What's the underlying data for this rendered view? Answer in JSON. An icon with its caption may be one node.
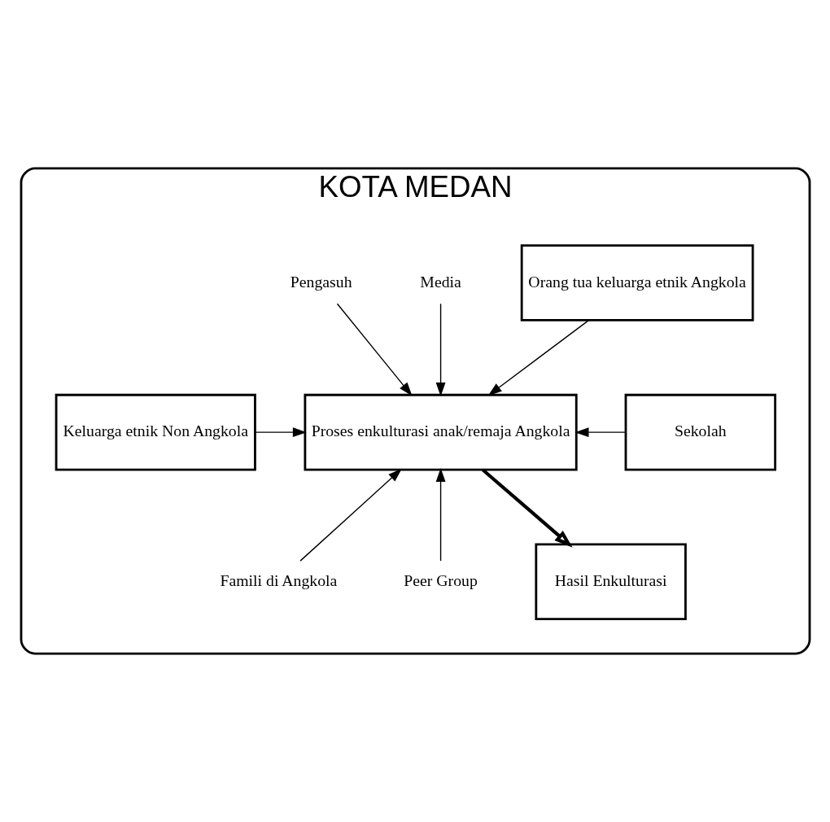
{
  "diagram": {
    "nodes": [
      {
        "text": [
          "KOTA MEDAN"
        ]
      },
      {
        "text": [
          "Orang tua keluarga etnik Angkola"
        ],
        "in": 0
      },
      {
        "text": [
          "Media"
        ],
        "in": 0
      },
      {
        "text": [
          "Pengasuh"
        ],
        "in": 0
      },
      {
        "text": [
          "Keluarga etnik Non Angkola"
        ],
        "in": 0
      },
      {
        "text": [
          "Proses enkulturasi anak/remaja Angkola"
        ],
        "in": 0
      },
      {
        "text": [
          "Sekolah"
        ],
        "in": 0
      },
      {
        "text": [
          "Famili di Angkola"
        ],
        "in": 0
      },
      {
        "text": [
          "Peer Group"
        ],
        "in": 0
      },
      {
        "text": [
          "Hasil Enkulturasi"
        ],
        "in": 0
      }
    ],
    "edges": [
      {
        "from": 1,
        "to": 5,
        "arrow": "to"
      },
      {
        "from": 2,
        "to": 5,
        "arrow": "to"
      },
      {
        "from": 3,
        "to": 5,
        "arrow": "to"
      },
      {
        "from": 4,
        "to": 5,
        "arrow": "to"
      },
      {
        "from": 6,
        "to": 5,
        "arrow": "to"
      },
      {
        "from": 7,
        "to": 5,
        "arrow": "to"
      },
      {
        "from": 8,
        "to": 5,
        "arrow": "to"
      },
      {
        "from": 5,
        "to": 9,
        "arrow": "to",
        "style": "thick"
      }
    ]
  }
}
